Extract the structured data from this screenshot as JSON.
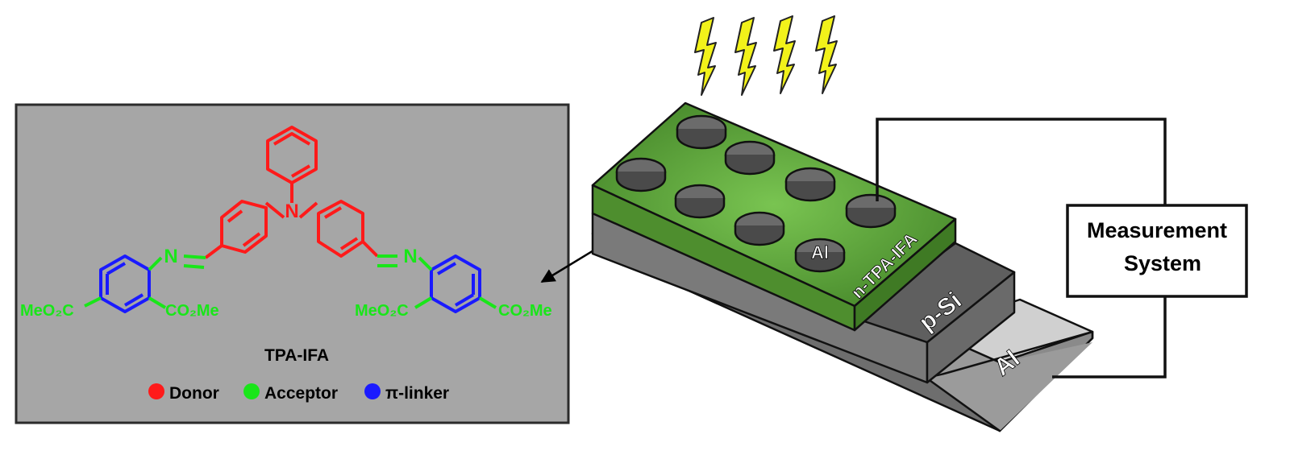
{
  "molecule": {
    "name": "TPA-IFA",
    "atom_n": "N",
    "imine_n_left": "N",
    "imine_n_right": "N",
    "ester_outer_left": "MeO₂C",
    "ester_inner_left": "CO₂Me",
    "ester_inner_right": "MeO₂C",
    "ester_outer_right": "CO₂Me"
  },
  "legend": [
    {
      "label": "Donor",
      "color": "#ff1a1a"
    },
    {
      "label": "Acceptor",
      "color": "#19e619"
    },
    {
      "label": "π-linker",
      "color": "#1a1aff"
    }
  ],
  "device": {
    "electrode_label": "Al",
    "organic_layer_label": "n-TPA-IFA",
    "substrate_label": "p-Si",
    "back_contact_label": "Al",
    "measurement_line1": "Measurement",
    "measurement_line2": "System"
  },
  "colors": {
    "donor": "#ff1a1a",
    "acceptor": "#19e619",
    "pi_linker": "#1a1aff",
    "panel_bg": "#a6a6a6",
    "film_green": "#5ea33a",
    "lightning": "#f2f21a"
  },
  "icons": [
    "lightning-bolt-icon",
    "arrow-icon"
  ]
}
